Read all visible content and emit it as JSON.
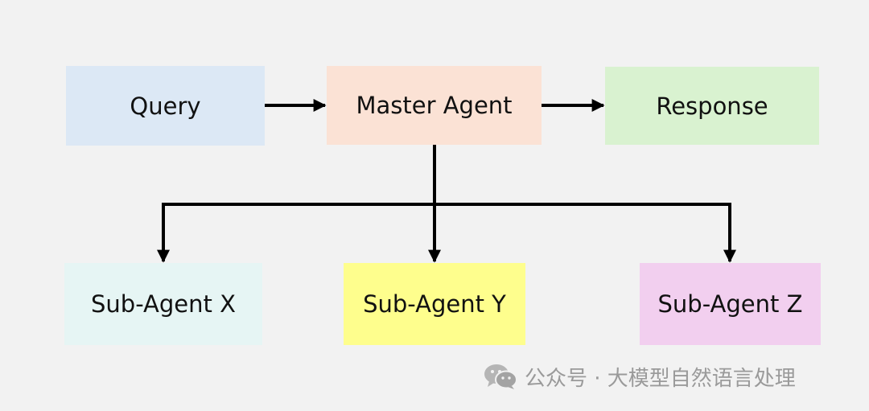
{
  "nodes": {
    "query": "Query",
    "master": "Master Agent",
    "response": "Response",
    "sub_x": "Sub-Agent X",
    "sub_y": "Sub-Agent Y",
    "sub_z": "Sub-Agent Z"
  },
  "watermark": {
    "icon": "wechat-icon",
    "text": "公众号 · 大模型自然语言处理"
  },
  "colors": {
    "background": "#f2f2f2",
    "query": "#dce8f5",
    "master": "#fbe2d5",
    "response": "#d9f2d0",
    "sub_x": "#e6f5f4",
    "sub_y": "#fefe8d",
    "sub_z": "#f2cfef",
    "arrow": "#000000"
  }
}
